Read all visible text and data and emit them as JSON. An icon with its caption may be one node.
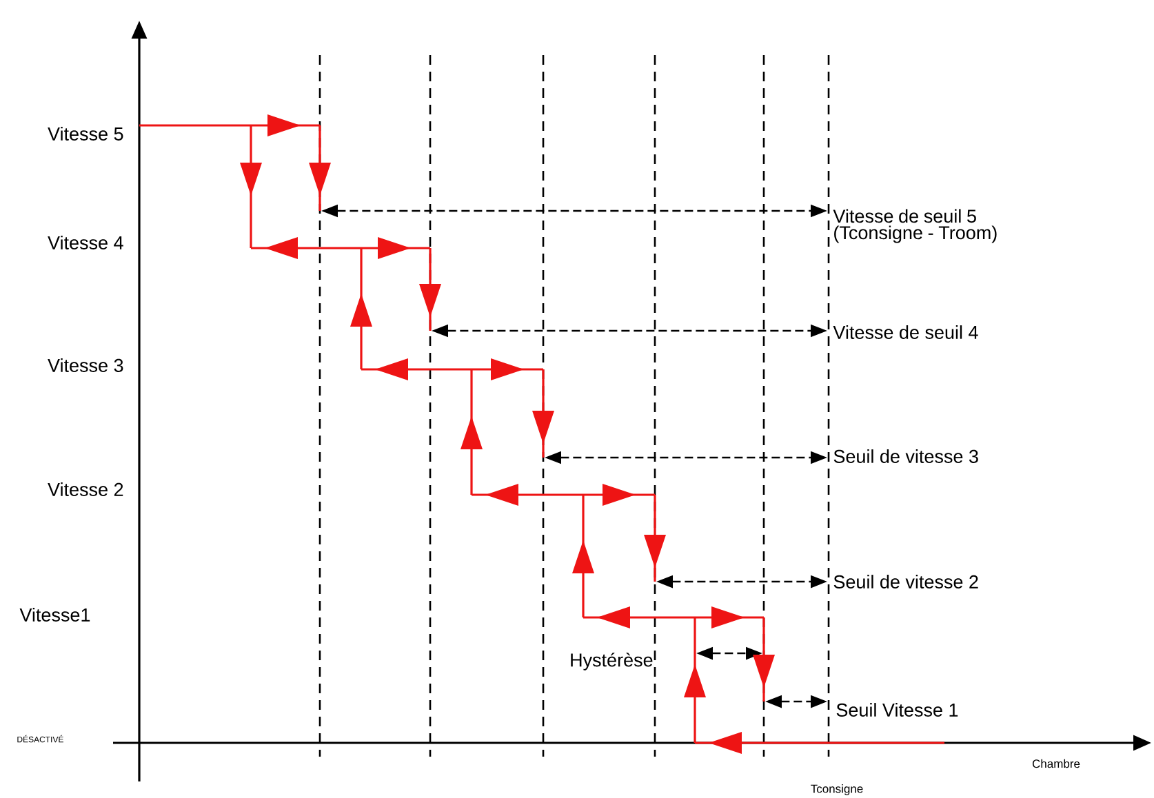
{
  "diagram": {
    "labels": [
      "Vitesse 5",
      "Vitesse 4",
      "Vitesse 3",
      "Vitesse 2",
      "Vitesse1",
      "DÉSACTIVÉ",
      "Vitesse de seuil 5 (Tconsigne - Troom)",
      "Vitesse de seuil 4",
      "Seuil de vitesse 3",
      "Seuil de vitesse 2",
      "Hystérèse",
      "Seuil Vitesse 1",
      "Chambre",
      "Tconsigne"
    ]
  }
}
